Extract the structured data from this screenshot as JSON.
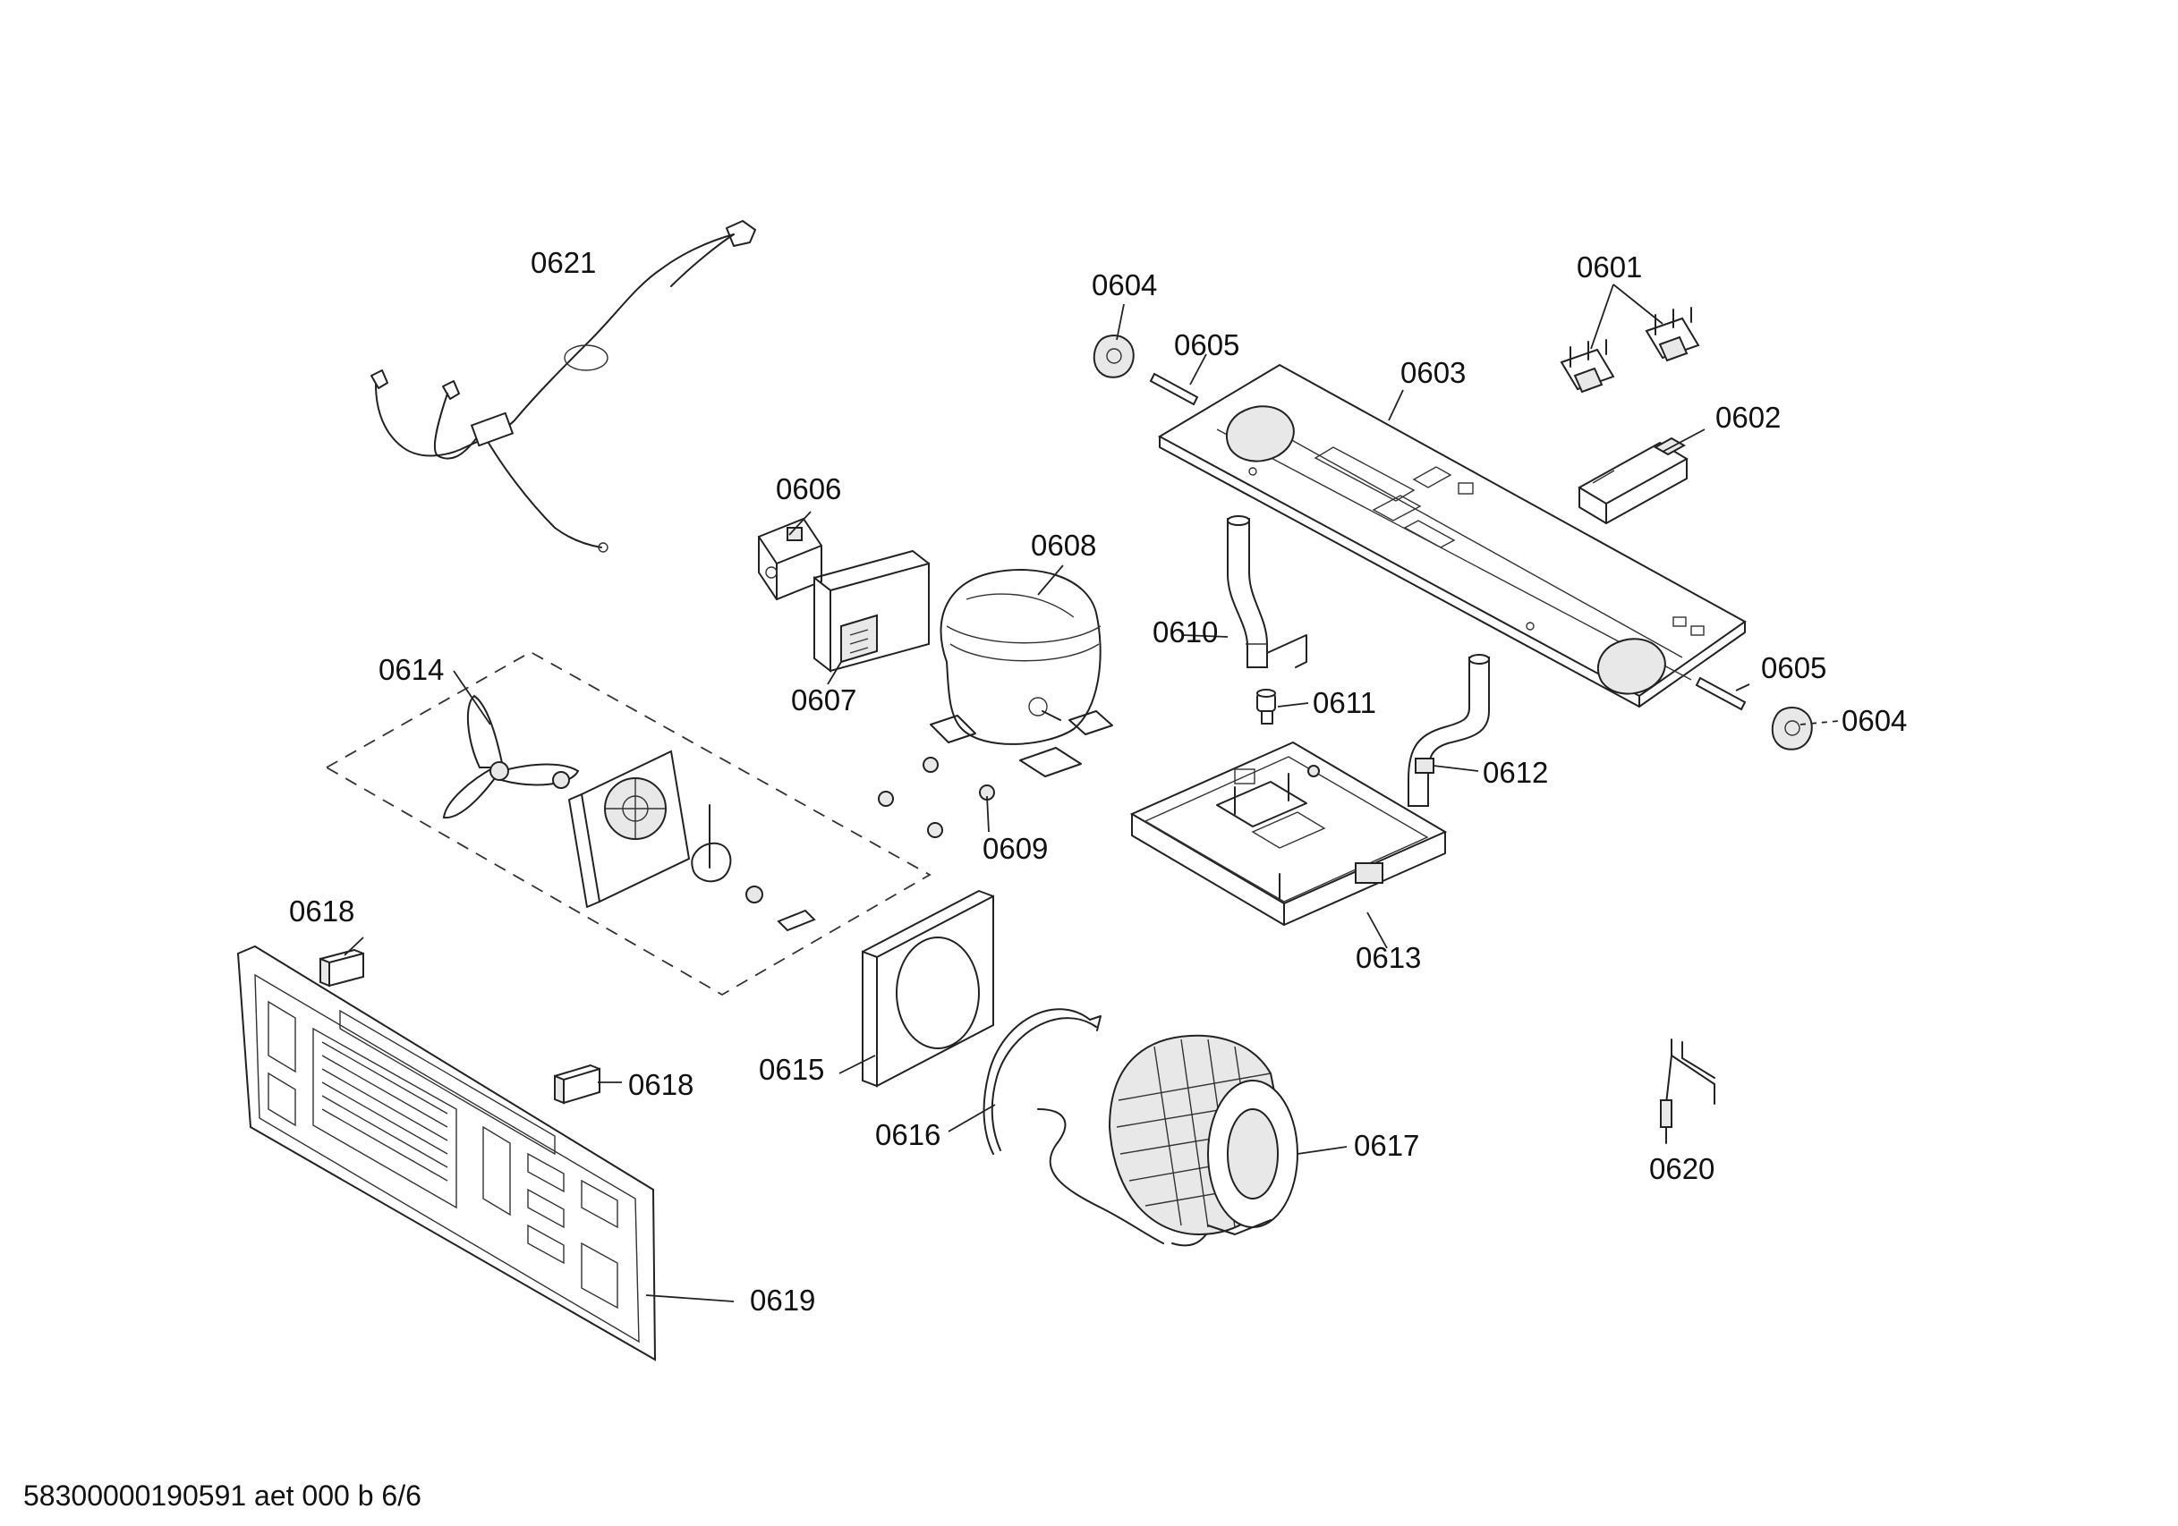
{
  "labels": {
    "p0601": "0601",
    "p0602": "0602",
    "p0603": "0603",
    "p0604a": "0604",
    "p0604b": "0604",
    "p0605a": "0605",
    "p0605b": "0605",
    "p0606": "0606",
    "p0607": "0607",
    "p0608": "0608",
    "p0609": "0609",
    "p0610": "0610",
    "p0611": "0611",
    "p0612": "0612",
    "p0613": "0613",
    "p0614": "0614",
    "p0615": "0615",
    "p0616": "0616",
    "p0617": "0617",
    "p0618a": "0618",
    "p0618b": "0618",
    "p0619": "0619",
    "p0620": "0620",
    "p0621": "0621"
  },
  "footer": "58300000190591 aet 000 b 6/6"
}
